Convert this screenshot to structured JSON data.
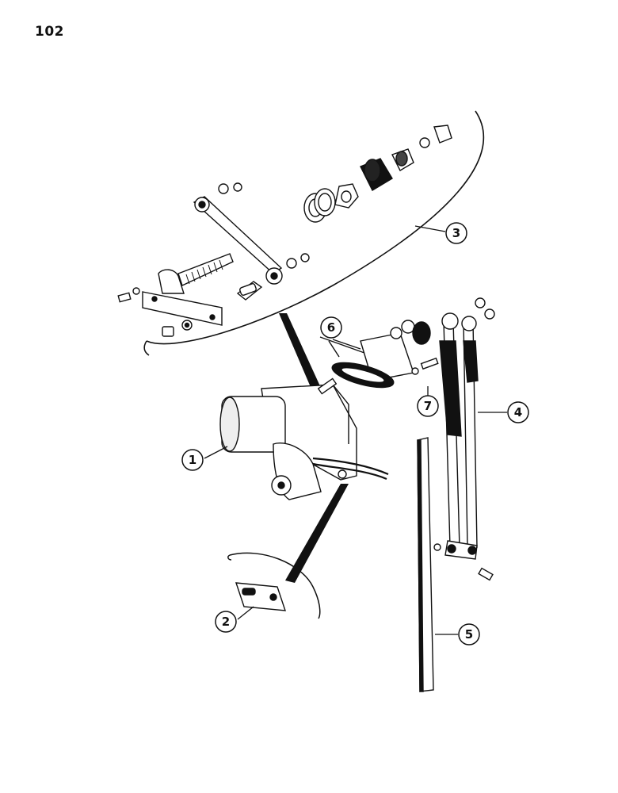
{
  "page": {
    "number": "102"
  },
  "callouts": [
    {
      "id": "1",
      "label": "1"
    },
    {
      "id": "2",
      "label": "2"
    },
    {
      "id": "3",
      "label": "3"
    },
    {
      "id": "4",
      "label": "4"
    },
    {
      "id": "5",
      "label": "5"
    },
    {
      "id": "6",
      "label": "6"
    },
    {
      "id": "7",
      "label": "7"
    }
  ]
}
